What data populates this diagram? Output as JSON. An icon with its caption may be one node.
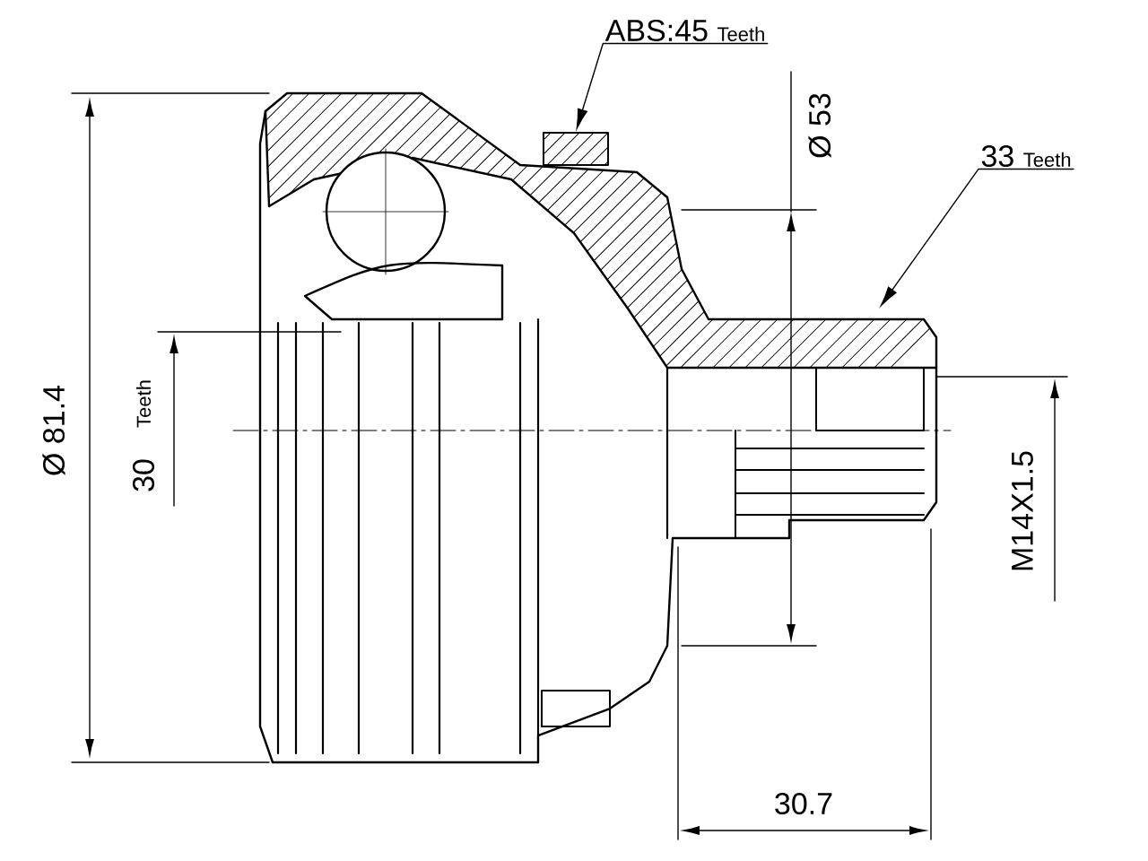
{
  "diagram": {
    "nodes": [
      {
        "text": [
          "ABS:45",
          "Teeth"
        ]
      },
      {
        "text": [],
        "shape": "box"
      },
      {
        "text": [
          "33",
          "Teeth"
        ]
      }
    ],
    "edges": [
      {
        "from": 0,
        "to": 1,
        "arrow": "to"
      },
      {
        "from": 2,
        "to": null,
        "arrow": "to"
      }
    ],
    "labels": [
      "Ø 53",
      "Ø 81.4",
      "30",
      "Teeth",
      "M14X1.5",
      "30.7"
    ]
  }
}
